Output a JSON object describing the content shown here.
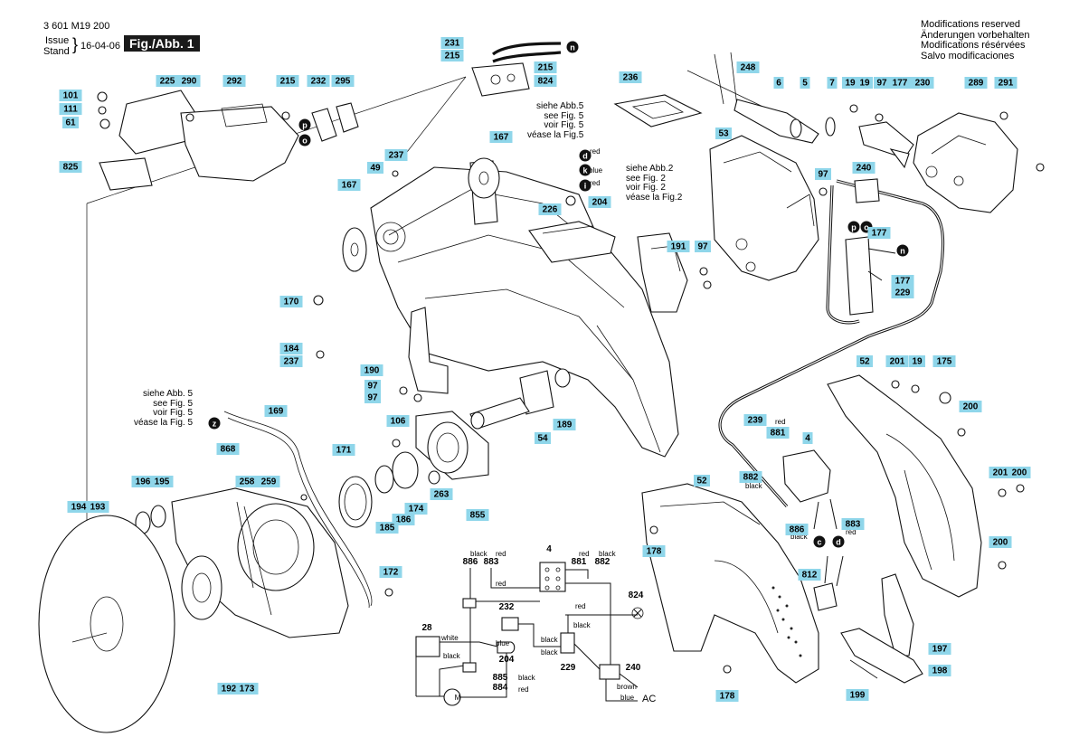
{
  "header": {
    "doc_number": "3 601 M19 200",
    "issue_label": "Issue",
    "stand_label": "Stand",
    "issue_date": "16-04-06",
    "figure": "Fig./Abb. 1"
  },
  "modifications": [
    "Modifications reserved",
    "Änderungen vorbehalten",
    "Modifications résérvées",
    "Salvo modificaciones"
  ],
  "notes": {
    "fig5_a": [
      "siehe Abb.5",
      "see Fig. 5",
      "voir Fig. 5",
      "véase la Fig.5"
    ],
    "fig2": [
      "siehe Abb.2",
      "see Fig. 2",
      "voir Fig. 2",
      "véase la Fig.2"
    ],
    "fig5_b": [
      "siehe Abb. 5",
      "see Fig. 5",
      "voir Fig. 5",
      "véase la Fig. 5"
    ]
  },
  "connector_letters": [
    "n",
    "p",
    "o",
    "d",
    "k",
    "i",
    "z",
    "c"
  ],
  "part_labels": [
    "101",
    "111",
    "61",
    "825",
    "225",
    "290",
    "292",
    "215",
    "232",
    "295",
    "231",
    "215",
    "215",
    "824",
    "237",
    "49",
    "167",
    "167",
    "170",
    "184",
    "237",
    "190",
    "97",
    "97",
    "236",
    "248",
    "6",
    "5",
    "7",
    "19",
    "19",
    "97",
    "177",
    "230",
    "289",
    "291",
    "53",
    "97",
    "240",
    "177",
    "177",
    "229",
    "226",
    "204",
    "191",
    "97",
    "106",
    "189",
    "54",
    "169",
    "171",
    "868",
    "196",
    "195",
    "258",
    "259",
    "263",
    "174",
    "186",
    "185",
    "855",
    "172",
    "194",
    "193",
    "192",
    "173",
    "52",
    "178",
    "178",
    "4",
    "239",
    "881",
    "882",
    "886",
    "883",
    "812",
    "52",
    "201",
    "19",
    "175",
    "200",
    "201",
    "200",
    "200",
    "197",
    "198",
    "199"
  ],
  "wire_colors": {
    "red": "red",
    "blue": "blue",
    "black": "black",
    "white": "white",
    "brown": "brown"
  },
  "schematic": {
    "labels": [
      "886",
      "883",
      "4",
      "881",
      "882",
      "824",
      "232",
      "28",
      "204",
      "229",
      "240",
      "885",
      "884"
    ],
    "colors": [
      "black",
      "red",
      "red",
      "black",
      "red",
      "red",
      "black",
      "black",
      "white",
      "blue",
      "black",
      "black",
      "black",
      "red",
      "brown",
      "blue"
    ],
    "ac": "AC",
    "motor": "M"
  },
  "colors": {
    "label_fill": "#8fd6ea",
    "line": "#111111"
  }
}
